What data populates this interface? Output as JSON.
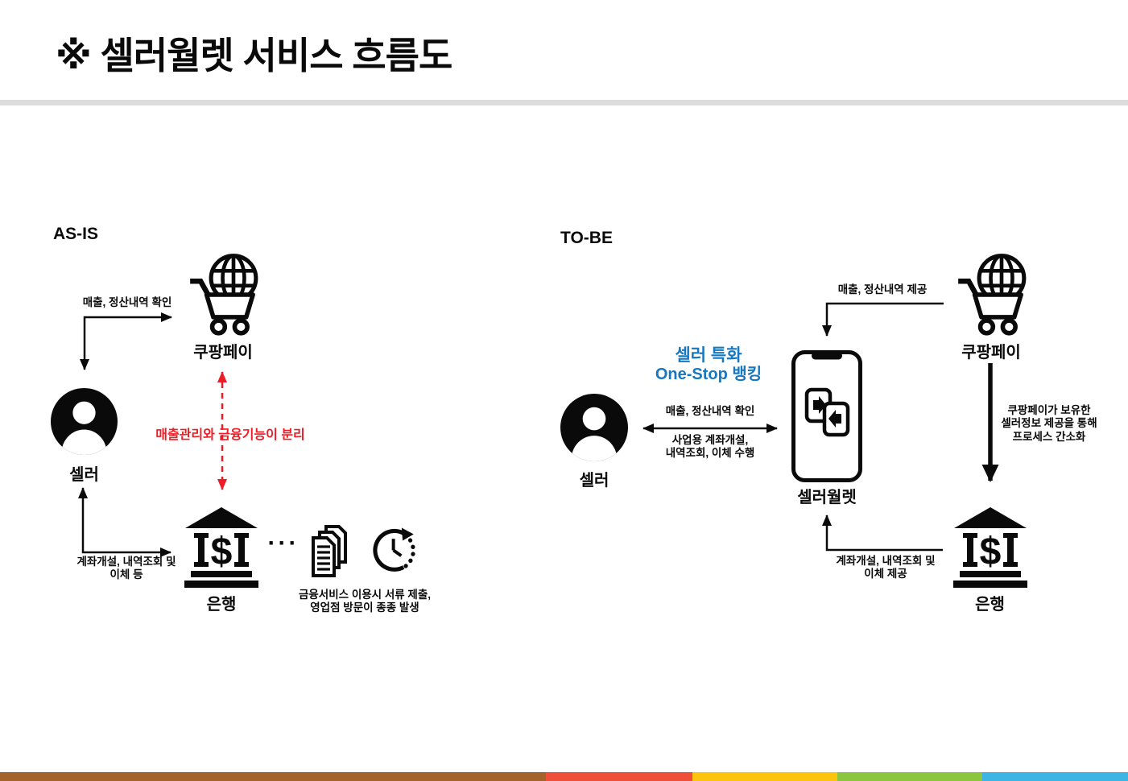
{
  "title": "※ 셀러월렛 서비스 흐름도",
  "as_is": {
    "section_label": "AS-IS",
    "coupang_pay_label": "쿠팡페이",
    "seller_label": "셀러",
    "bank_label": "은행",
    "bank_dollar": "$",
    "sales_check_label": "매출, 정산내역 확인",
    "account_label_lines": [
      "계좌개설, 내역조회 및",
      "이체 등"
    ],
    "separation_label": "매출관리와 금융기능이 분리",
    "ellipsis": "···",
    "branch_caption_lines": [
      "금융서비스 이용시 서류 제출,",
      "영업점 방문이 종종 발생"
    ]
  },
  "to_be": {
    "section_label": "TO-BE",
    "coupang_pay_label": "쿠팡페이",
    "seller_label": "셀러",
    "bank_label": "은행",
    "bank_dollar": "$",
    "wallet_label": "셀러월렛",
    "highlight_lines": [
      "셀러 특화",
      "One-Stop 뱅킹"
    ],
    "sales_provide_label": "매출, 정산내역 제공",
    "seller_wallet_top_label": "매출, 정산내역 확인",
    "seller_wallet_bottom_lines": [
      "사업용 계좌개설,",
      "내역조회, 이체 수행"
    ],
    "bank_provide_lines": [
      "계좌개설, 내역조회 및",
      "이체 제공"
    ],
    "process_note_lines": [
      "쿠팡페이가 보유한",
      "셀러정보 제공을 통해",
      "프로세스 간소화"
    ]
  },
  "colors": {
    "text_black": "#0a0a0a",
    "accent_red": "#ee1c25",
    "accent_blue": "#1778c2",
    "divider_gray": "#dcdcdc",
    "stripe_brown": "#a4632b",
    "stripe_red": "#ef4e38",
    "stripe_yellow": "#fcc30f",
    "stripe_green": "#8cc63f",
    "stripe_blue": "#3cb5e5"
  }
}
